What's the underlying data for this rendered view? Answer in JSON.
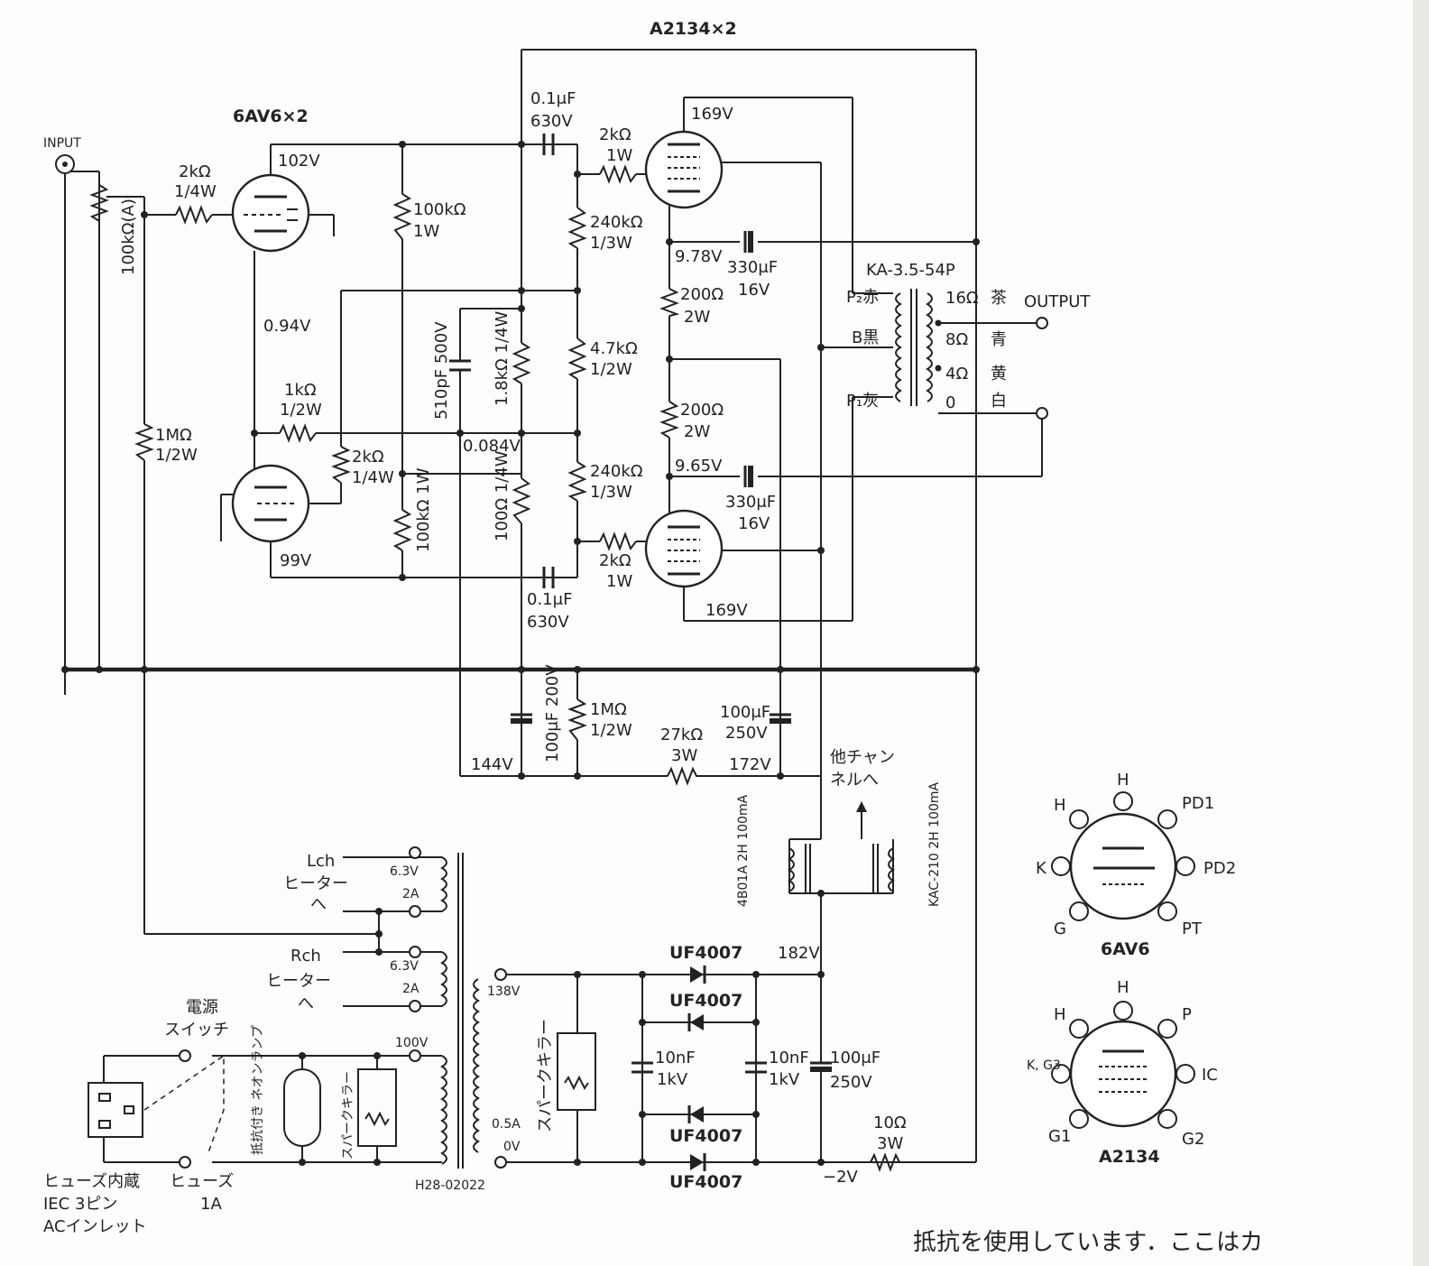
{
  "labels": {
    "title_output_tubes": "A2134×2",
    "title_input_tubes": "6AV6×2",
    "input": "INPUT",
    "output": "OUTPUT",
    "volume": "100kΩ(A)",
    "v_102": "102V",
    "v_099": "99V",
    "v_094": "0.94V",
    "v_0084": "0.084V",
    "v_169_top": "169V",
    "v_169_bot": "169V",
    "v_978": "9.78V",
    "v_965": "9.65V",
    "v_144": "144V",
    "v_172": "172V",
    "v_182": "182V",
    "v_m2": "−2V",
    "r_in_top_val": "2kΩ",
    "r_in_top_w": "1/4W",
    "r_in_bot_val": "2kΩ",
    "r_in_bot_w": "1/4W",
    "r_grid_val": "1MΩ",
    "r_grid_w": "1/2W",
    "r_fb_val": "1kΩ",
    "r_fb_w": "1/2W",
    "r_pl_top_val": "100kΩ",
    "r_pl_top_w": "1W",
    "r_pl_bot": "100kΩ 1W",
    "r_18k": "1.8kΩ 1/4W",
    "r_100": "100Ω 1/4W",
    "c_510": "510pF 500V",
    "c_top_val": "0.1μF",
    "c_top_v": "630V",
    "c_bot_val": "0.1μF",
    "c_bot_v": "630V",
    "r_gs_top_val": "2kΩ",
    "r_gs_top_w": "1W",
    "r_gs_bot_val": "2kΩ",
    "r_gs_bot_w": "1W",
    "r_240_top_val": "240kΩ",
    "r_240_top_w": "1/3W",
    "r_47_val": "4.7kΩ",
    "r_47_w": "1/2W",
    "r_240_bot_val": "240kΩ",
    "r_240_bot_w": "1/3W",
    "r_k_top_val": "200Ω",
    "r_k_top_w": "2W",
    "r_k_bot_val": "200Ω",
    "r_k_bot_w": "2W",
    "c_k_top_val": "330μF",
    "c_k_top_v": "16V",
    "c_k_bot_val": "330μF",
    "c_k_bot_v": "16V",
    "ot_model": "KA-3.5-54P",
    "ot_p2": "P₂赤",
    "ot_b": "B黒",
    "ot_p1": "P₁灰",
    "ot_16": "16Ω",
    "ot_8": "8Ω",
    "ot_4": "4Ω",
    "ot_0": "0",
    "col_brown": "茶",
    "col_blue": "青",
    "col_yellow": "黄",
    "col_white": "白",
    "c_100_200": "100μF 200V",
    "r_1m_val": "1MΩ",
    "r_1m_w": "1/2W",
    "r_27k_val": "27kΩ",
    "r_27k_w": "3W",
    "c_100_250_val": "100μF",
    "c_100_250_v": "250V",
    "other_ch_1": "他チャン",
    "other_ch_2": "ネルへ",
    "choke_left": "4B01A 2H 100mA",
    "choke_right": "KAC-210 2H 100mA",
    "lch": "Lch",
    "rch": "Rch",
    "heater_l": "ヒーター",
    "heater_r": "ヒーター",
    "to_l": "へ",
    "to_r": "へ",
    "h_63_l": "6.3V",
    "h_2a_l": "2A",
    "h_63_r": "6.3V",
    "h_2a_r": "2A",
    "pt_138": "138V",
    "pt_100": "100V",
    "pt_05a": "0.5A",
    "pt_0v": "0V",
    "pt_model": "H28-02022",
    "sw_1": "電源",
    "sw_2": "スイッチ",
    "inlet_1": "ヒューズ内蔵",
    "inlet_2": "IEC 3ピン",
    "inlet_3": "ACインレット",
    "fuse_1": "ヒューズ",
    "fuse_2": "1A",
    "neon": "抵抗付き ネオンランプ",
    "spark_pri": "スパークキラー",
    "spark_sec": "スパークキラー",
    "d1": "UF4007",
    "d2": "UF4007",
    "d3": "UF4007",
    "d4": "UF4007",
    "c_10n_l_val": "10nF",
    "c_10n_l_v": "1kV",
    "c_10n_r_val": "10nF",
    "c_10n_r_v": "1kV",
    "c_filt_val": "100μF",
    "c_filt_v": "250V",
    "r_10_val": "10Ω",
    "r_10_w": "3W",
    "pin_6av6_title": "6AV6",
    "pin_a2134_title": "A2134",
    "pin_h": "H",
    "pin_h2": "H",
    "pin_k": "K",
    "pin_g": "G",
    "pin_pd1": "PD1",
    "pin_pd2": "PD2",
    "pin_pt": "PT",
    "pin2_h": "H",
    "pin2_h2": "H",
    "pin2_kg3": "K, G3",
    "pin2_g1": "G1",
    "pin2_p": "P",
    "pin2_ic": "IC",
    "pin2_g2": "G2",
    "caption": "抵抗を使用しています．ここはカ"
  }
}
